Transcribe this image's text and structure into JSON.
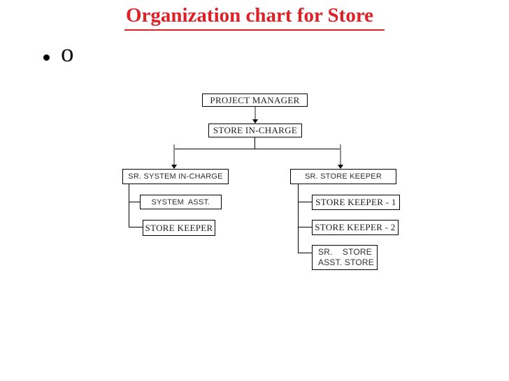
{
  "slide": {
    "title": "Organization chart for Store",
    "bullet": "o"
  },
  "org_chart": {
    "type": "org_chart",
    "nodes": {
      "project_manager": {
        "label": "PROJECT MANAGER"
      },
      "store_in_charge": {
        "label": "STORE IN-CHARGE"
      },
      "sr_system_in_charge": {
        "label": "SR. SYSTEM IN-CHARGE"
      },
      "system_asst": {
        "label": "SYSTEM  ASST."
      },
      "store_keeper": {
        "label": "STORE KEEPER"
      },
      "sr_store_keeper": {
        "label": "SR. STORE KEEPER"
      },
      "store_keeper_1": {
        "label": "STORE KEEPER - 1"
      },
      "store_keeper_2": {
        "label": "STORE KEEPER - 2"
      },
      "sr_store_asst": {
        "line1_left": "SR.",
        "line1_right": "STORE",
        "line2": "ASST. STORE",
        "full_label": "SR. STORE ASST. STORE"
      }
    },
    "edges": [
      {
        "from": "PROJECT MANAGER",
        "to": "STORE IN-CHARGE"
      },
      {
        "from": "STORE IN-CHARGE",
        "to": "SR. SYSTEM IN-CHARGE"
      },
      {
        "from": "STORE IN-CHARGE",
        "to": "SR. STORE KEEPER"
      },
      {
        "from": "SR. SYSTEM IN-CHARGE",
        "to": "SYSTEM  ASST."
      },
      {
        "from": "SR. SYSTEM IN-CHARGE",
        "to": "STORE KEEPER"
      },
      {
        "from": "SR. STORE KEEPER",
        "to": "STORE KEEPER - 1"
      },
      {
        "from": "SR. STORE KEEPER",
        "to": "STORE KEEPER - 2"
      },
      {
        "from": "SR. STORE KEEPER",
        "to": "SR. STORE ASST. STORE"
      }
    ]
  },
  "colors": {
    "title_red": "#dc2127",
    "connector_shaft_gray": "#8f8f8f",
    "box_border": "#000000",
    "background": "#ffffff"
  }
}
